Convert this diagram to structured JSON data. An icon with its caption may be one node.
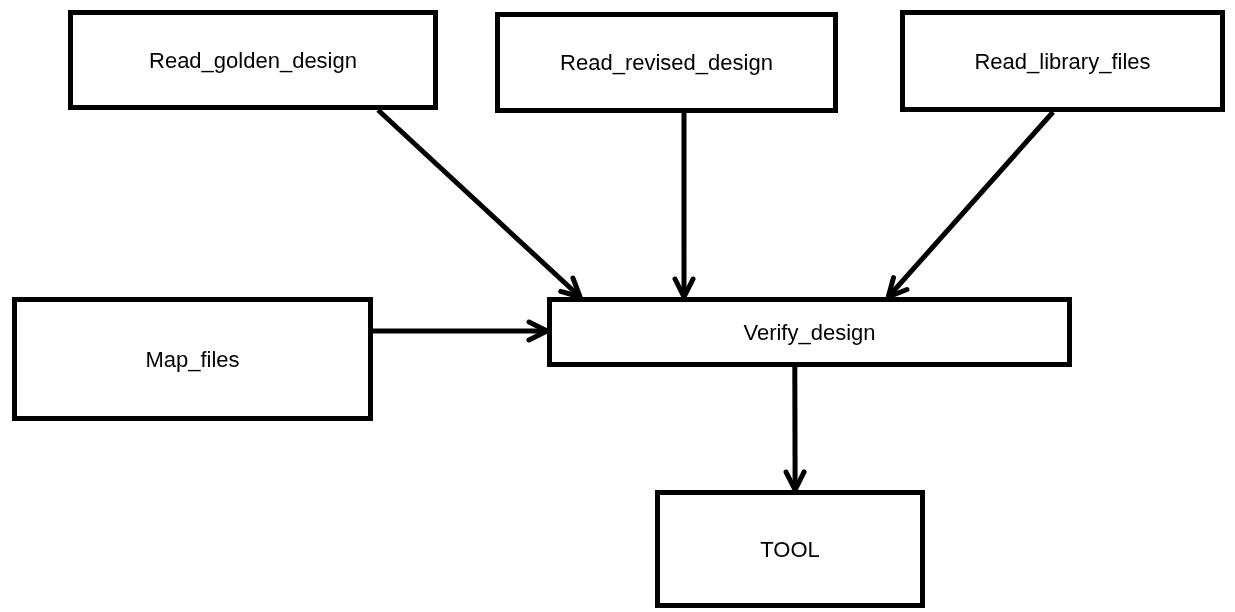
{
  "diagram": {
    "nodes": [
      {
        "text": [
          "Read_golden_design"
        ]
      },
      {
        "text": [
          "Read_revised_design"
        ]
      },
      {
        "text": [
          "Read_library_files"
        ]
      },
      {
        "text": [
          "Map_files"
        ]
      },
      {
        "text": [
          "Verify_design"
        ]
      },
      {
        "text": [
          "TOOL"
        ]
      }
    ],
    "edges": [
      {
        "from": 0,
        "to": 4,
        "arrow": "to"
      },
      {
        "from": 1,
        "to": 4,
        "arrow": "to"
      },
      {
        "from": 2,
        "to": 4,
        "arrow": "to"
      },
      {
        "from": 3,
        "to": 4,
        "arrow": "to"
      },
      {
        "from": 4,
        "to": 5,
        "arrow": "to"
      }
    ]
  }
}
